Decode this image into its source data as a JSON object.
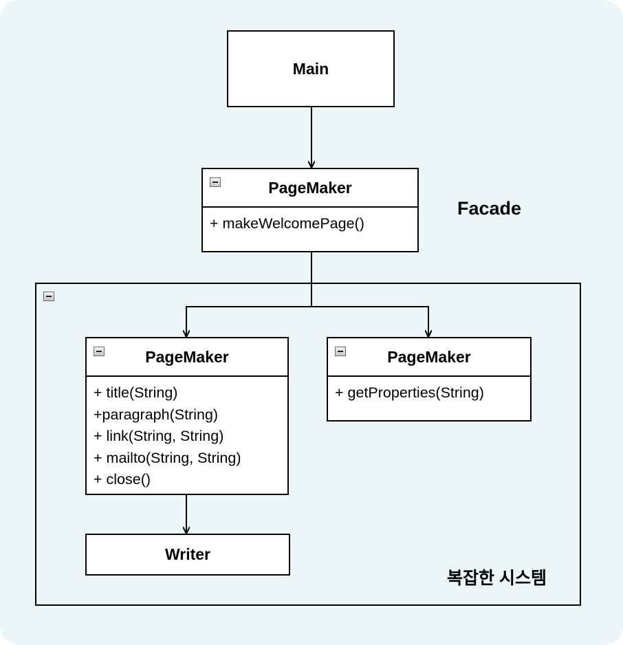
{
  "diagram": {
    "main": {
      "label": "Main"
    },
    "facade_class": {
      "name": "PageMaker",
      "methods": [
        "+ makeWelcomePage()"
      ]
    },
    "facade_label": "Facade",
    "subsystem_label": "복잡한 시스템",
    "html_writer_class": {
      "name": "PageMaker",
      "methods": [
        "+ title(String)",
        "+paragraph(String)",
        "+ link(String, String)",
        "+ mailto(String, String)",
        "+ close()"
      ]
    },
    "database_class": {
      "name": "PageMaker",
      "methods": [
        "+ getProperties(String)"
      ]
    },
    "writer": {
      "label": "Writer"
    }
  }
}
